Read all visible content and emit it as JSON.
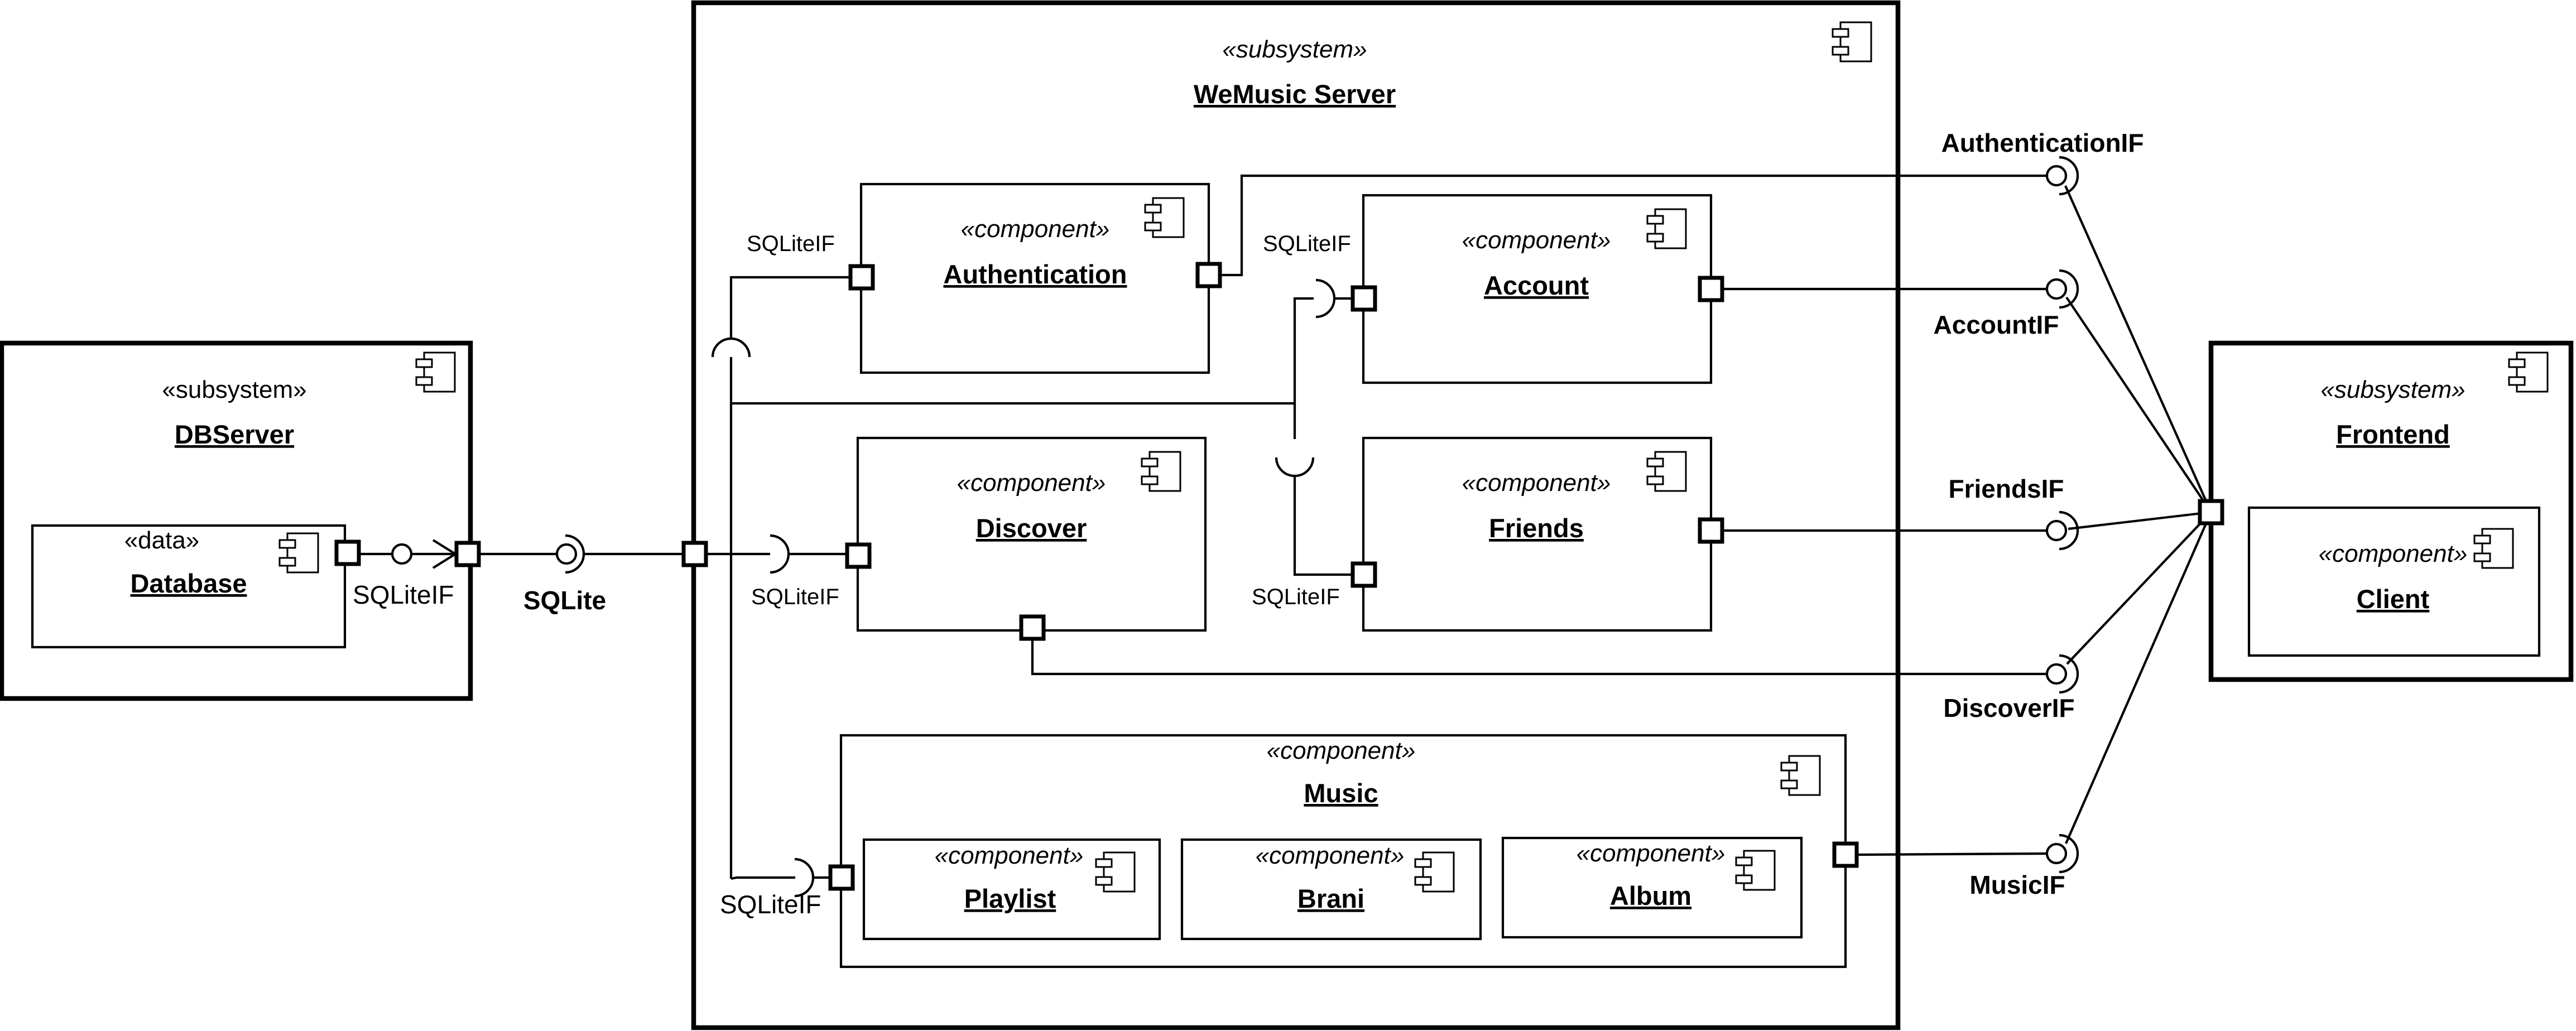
{
  "diagram": {
    "dbserver": {
      "stereotype": "«subsystem»",
      "name": "DBServer",
      "database": {
        "stereotype": "«data»",
        "name": "Database"
      },
      "port_label": "SQLiteIF"
    },
    "sqlite_label": "SQLite",
    "wemusic": {
      "stereotype": "«subsystem»",
      "name": "WeMusic Server",
      "components": {
        "authentication": {
          "stereotype": "«component»",
          "name": "Authentication"
        },
        "account": {
          "stereotype": "«component»",
          "name": "Account"
        },
        "discover": {
          "stereotype": "«component»",
          "name": "Discover"
        },
        "friends": {
          "stereotype": "«component»",
          "name": "Friends"
        },
        "music": {
          "stereotype": "«component»",
          "name": "Music",
          "parts": {
            "playlist": {
              "stereotype": "«component»",
              "name": "Playlist"
            },
            "brani": {
              "stereotype": "«component»",
              "name": "Brani"
            },
            "album": {
              "stereotype": "«component»",
              "name": "Album"
            }
          }
        }
      },
      "sqliteif_labels": {
        "authentication": "SQLiteIF",
        "account": "SQLiteIF",
        "discover": "SQLiteIF",
        "friends": "SQLiteIF",
        "music": "SQLiteIF"
      }
    },
    "interfaces": {
      "authentication": "AuthenticationIF",
      "account": "AccountIF",
      "friends": "FriendsIF",
      "discover": "DiscoverIF",
      "music": "MusicIF"
    },
    "frontend": {
      "stereotype": "«subsystem»",
      "name": "Frontend",
      "client": {
        "stereotype": "«component»",
        "name": "Client"
      }
    }
  }
}
